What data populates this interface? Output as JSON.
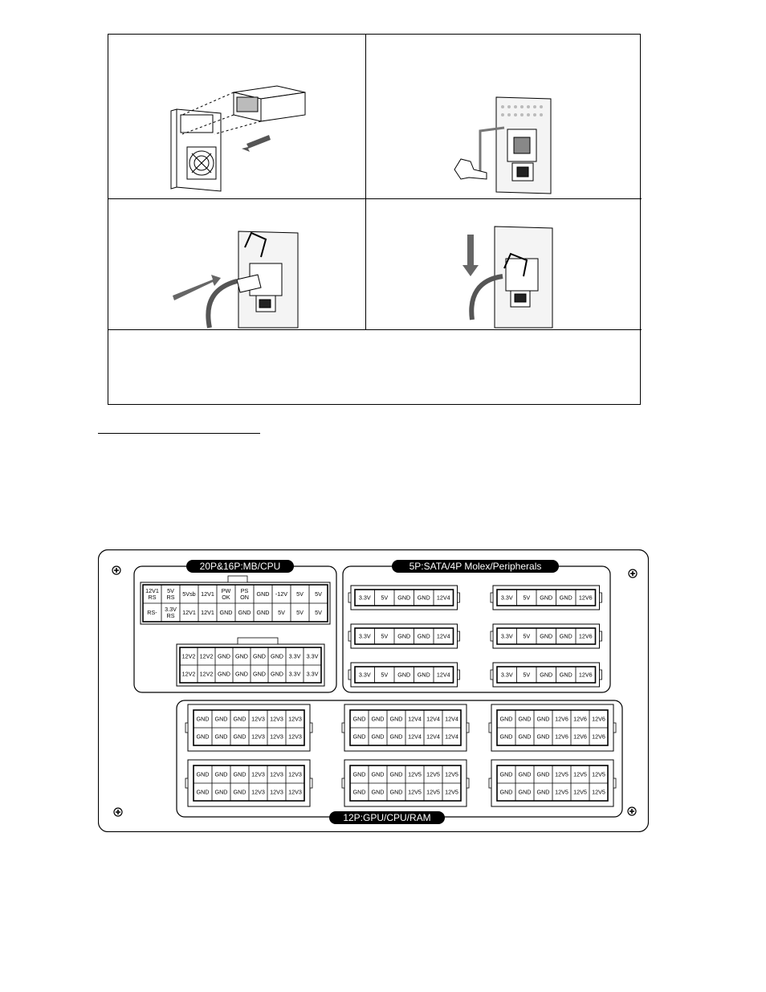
{
  "page": {
    "background": "#ffffff",
    "line_color": "#000000"
  },
  "figures": [
    {
      "name": "psu-insert-into-case",
      "caption": ""
    },
    {
      "name": "psu-switch-off",
      "caption": ""
    },
    {
      "name": "plug-power-cord",
      "caption": ""
    },
    {
      "name": "secure-cord-clip",
      "caption": ""
    }
  ],
  "notes_row_text": "",
  "connector_panel": {
    "sections": {
      "mb_cpu": "20P&16P:MB/CPU",
      "peripherals": "5P:SATA/4P Molex/Peripherals",
      "gpu": "12P:GPU/CPU/RAM"
    },
    "mb20": {
      "top": [
        "12V1\nRS",
        "5V\nRS",
        "5Vsb",
        "12V1",
        "PW\nOK",
        "PS\nON",
        "GND",
        "-12V",
        "5V",
        "5V"
      ],
      "bottom": [
        "RS-",
        "3.3V\nRS",
        "12V1",
        "12V1",
        "GND",
        "GND",
        "GND",
        "5V",
        "5V",
        "5V"
      ]
    },
    "mb16": {
      "top": [
        "12V2",
        "12V2",
        "GND",
        "GND",
        "GND",
        "GND",
        "3.3V",
        "3.3V"
      ],
      "bottom": [
        "12V2",
        "12V2",
        "GND",
        "GND",
        "GND",
        "GND",
        "3.3V",
        "3.3V"
      ]
    },
    "periph_left": [
      [
        "3.3V",
        "5V",
        "GND",
        "GND",
        "12V4"
      ],
      [
        "3.3V",
        "5V",
        "GND",
        "GND",
        "12V4"
      ],
      [
        "3.3V",
        "5V",
        "GND",
        "GND",
        "12V4"
      ]
    ],
    "periph_right": [
      [
        "3.3V",
        "5V",
        "GND",
        "GND",
        "12V6"
      ],
      [
        "3.3V",
        "5V",
        "GND",
        "GND",
        "12V6"
      ],
      [
        "3.3V",
        "5V",
        "GND",
        "GND",
        "12V6"
      ]
    ],
    "gpu_connectors": [
      {
        "top": [
          "GND",
          "GND",
          "GND",
          "12V3",
          "12V3",
          "12V3"
        ],
        "bottom": [
          "GND",
          "GND",
          "GND",
          "12V3",
          "12V3",
          "12V3"
        ]
      },
      {
        "top": [
          "GND",
          "GND",
          "GND",
          "12V4",
          "12V4",
          "12V4"
        ],
        "bottom": [
          "GND",
          "GND",
          "GND",
          "12V4",
          "12V4",
          "12V4"
        ]
      },
      {
        "top": [
          "GND",
          "GND",
          "GND",
          "12V6",
          "12V6",
          "12V6"
        ],
        "bottom": [
          "GND",
          "GND",
          "GND",
          "12V6",
          "12V6",
          "12V6"
        ]
      },
      {
        "top": [
          "GND",
          "GND",
          "GND",
          "12V3",
          "12V3",
          "12V3"
        ],
        "bottom": [
          "GND",
          "GND",
          "GND",
          "12V3",
          "12V3",
          "12V3"
        ]
      },
      {
        "top": [
          "GND",
          "GND",
          "GND",
          "12V5",
          "12V5",
          "12V5"
        ],
        "bottom": [
          "GND",
          "GND",
          "GND",
          "12V5",
          "12V5",
          "12V5"
        ]
      },
      {
        "top": [
          "GND",
          "GND",
          "GND",
          "12V5",
          "12V5",
          "12V5"
        ],
        "bottom": [
          "GND",
          "GND",
          "GND",
          "12V5",
          "12V5",
          "12V5"
        ]
      }
    ]
  }
}
